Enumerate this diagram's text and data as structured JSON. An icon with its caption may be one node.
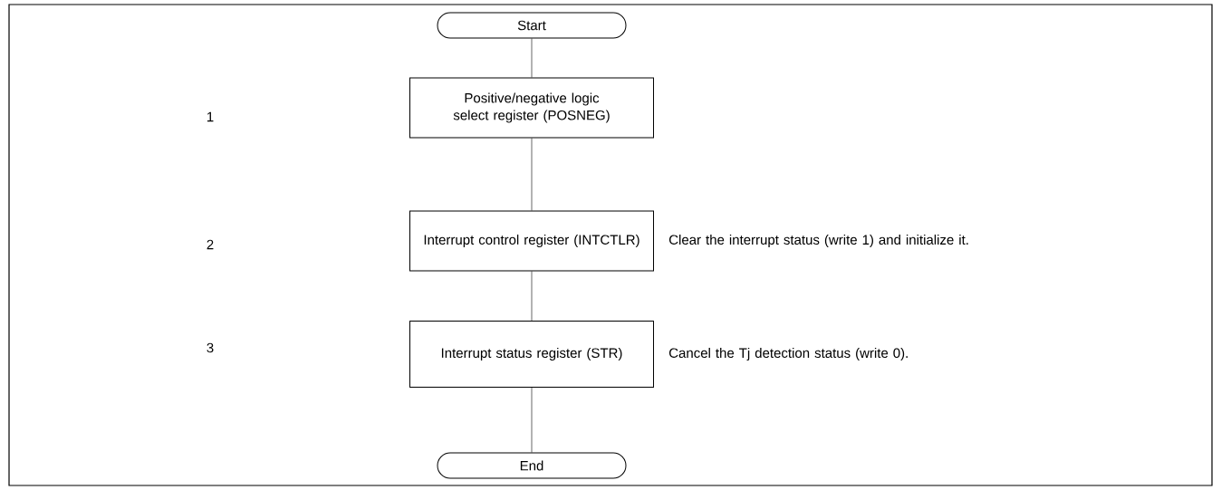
{
  "diagram": {
    "nodes": [
      {
        "text": [
          "Start"
        ]
      },
      {
        "text": [
          "Positive/negative logic select register (POSNEG)"
        ]
      },
      {
        "text": [
          "Interrupt control register (INTCTLR)"
        ],
        "beside": [
          "Clear the interrupt status (write 1) and initialize it."
        ]
      },
      {
        "text": [
          "Interrupt status register (STR)"
        ],
        "beside": [
          "Cancel the Tj detection status (write 0)."
        ]
      },
      {
        "text": [
          "End"
        ]
      }
    ],
    "edges": [
      {
        "from": 0,
        "to": 1,
        "arrow": "none"
      },
      {
        "from": 1,
        "to": 2,
        "arrow": "none"
      },
      {
        "from": 2,
        "to": 3,
        "arrow": "none"
      },
      {
        "from": 3,
        "to": 4,
        "arrow": "none"
      }
    ],
    "labels": [
      "1",
      "2",
      "3"
    ]
  }
}
